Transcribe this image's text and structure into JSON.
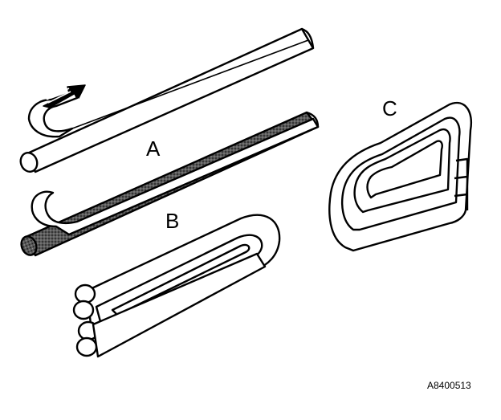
{
  "labels": {
    "a": "A",
    "b": "B",
    "c": "C"
  },
  "figure_code": "A8400513",
  "colors": {
    "line": "#000000",
    "paper": "#ffffff",
    "dark_rod": "#3a3a3a"
  },
  "icons": {
    "arrow": "direction-arrow-icon"
  }
}
